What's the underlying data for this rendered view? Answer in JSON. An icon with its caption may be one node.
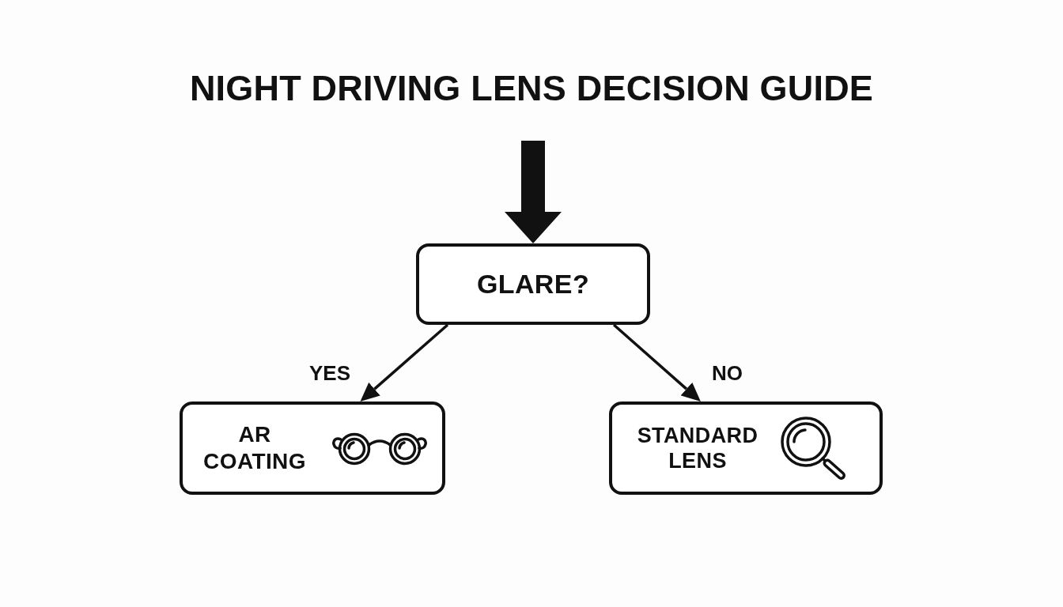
{
  "diagram": {
    "title": "NIGHT DRIVING LENS DECISION GUIDE",
    "nodes": [
      {
        "text": [
          "GLARE?"
        ]
      },
      {
        "text": [
          "AR COATING"
        ]
      },
      {
        "text": [
          "STANDARD LENS"
        ]
      }
    ],
    "edges": [
      {
        "from": null,
        "to": 0,
        "arrow": "to",
        "style": "thick"
      },
      {
        "from": 0,
        "to": 1,
        "arrow": "to",
        "label": "YES"
      },
      {
        "from": 0,
        "to": 2,
        "arrow": "to",
        "label": "NO"
      }
    ]
  }
}
